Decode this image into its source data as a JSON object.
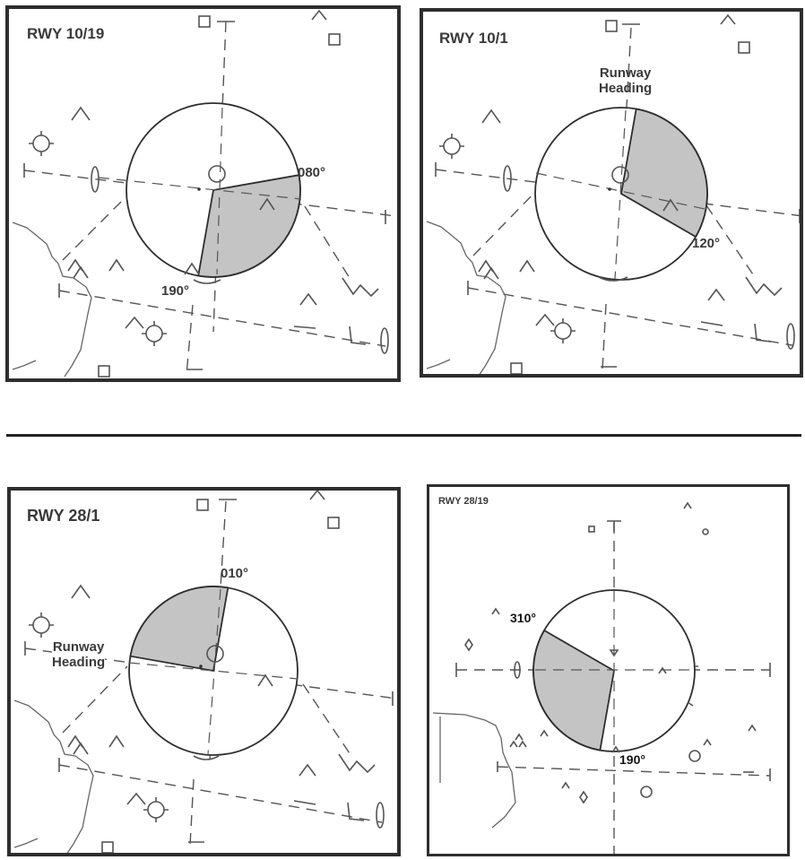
{
  "colors": {
    "shade": "#c4c4c4",
    "line": "#2e2e2e",
    "text": "#3a3a3a"
  },
  "panels": [
    {
      "id": "p1",
      "title": "RWY 10/19",
      "labels": {
        "a": "080°",
        "b": "190°"
      }
    },
    {
      "id": "p2",
      "title": "RWY 10/1",
      "labels": {
        "a": "120°",
        "heading_1": "Runway",
        "heading_2": "Heading"
      }
    },
    {
      "id": "p3",
      "title": "RWY 28/1",
      "labels": {
        "a": "010°",
        "heading_1": "Runway",
        "heading_2": "Heading"
      }
    },
    {
      "id": "p4",
      "title": "RWY 28/19",
      "labels": {
        "a": "310°",
        "b": "190°"
      }
    }
  ]
}
